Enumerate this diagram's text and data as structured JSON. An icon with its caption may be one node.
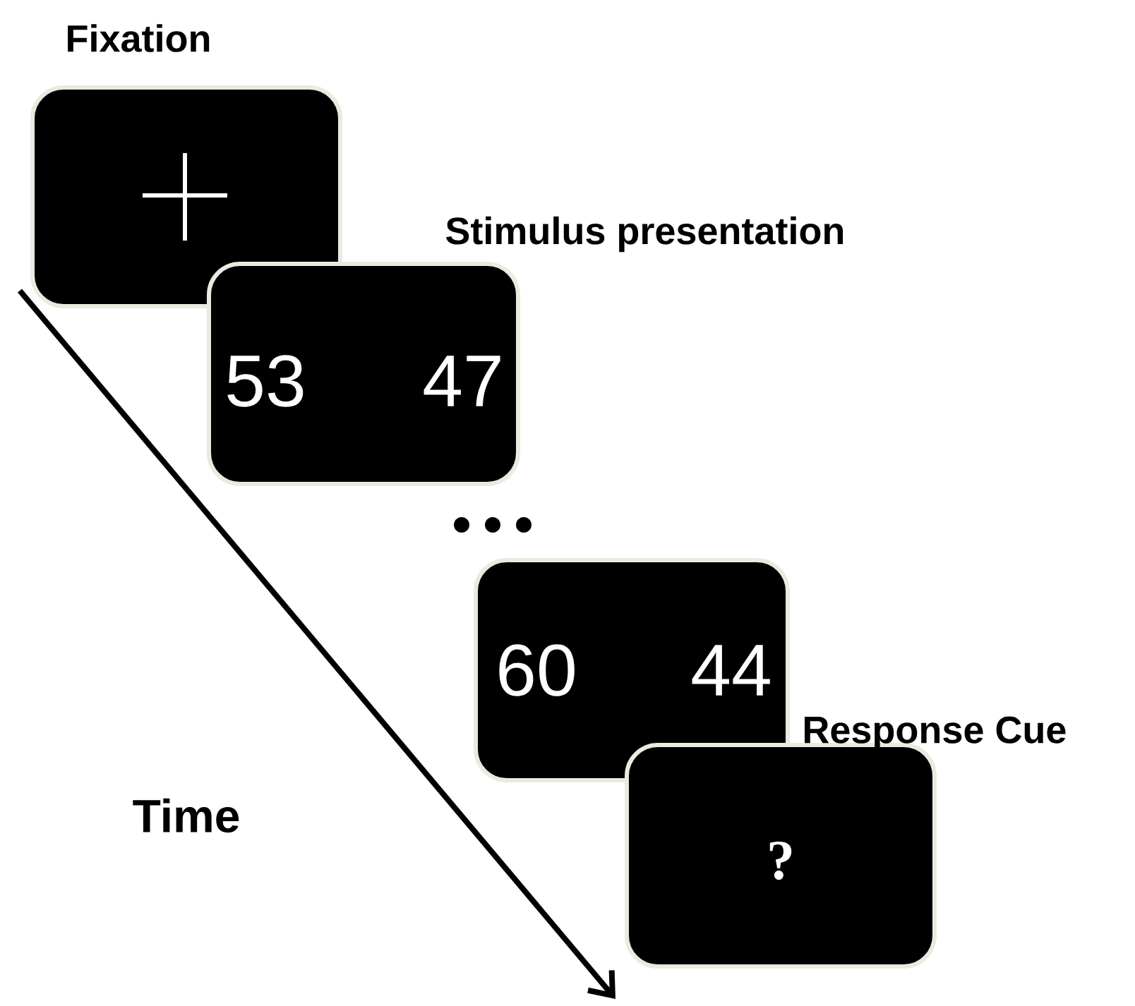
{
  "diagram": {
    "nodes": [
      {
        "text": [
          "Fixation"
        ]
      },
      {
        "text": [
          "Stimulus presentation",
          "53",
          "47"
        ]
      },
      {
        "text": [
          "60",
          "44"
        ]
      },
      {
        "text": [
          "Response Cue",
          "?"
        ]
      }
    ],
    "labels": [
      "Time"
    ]
  }
}
